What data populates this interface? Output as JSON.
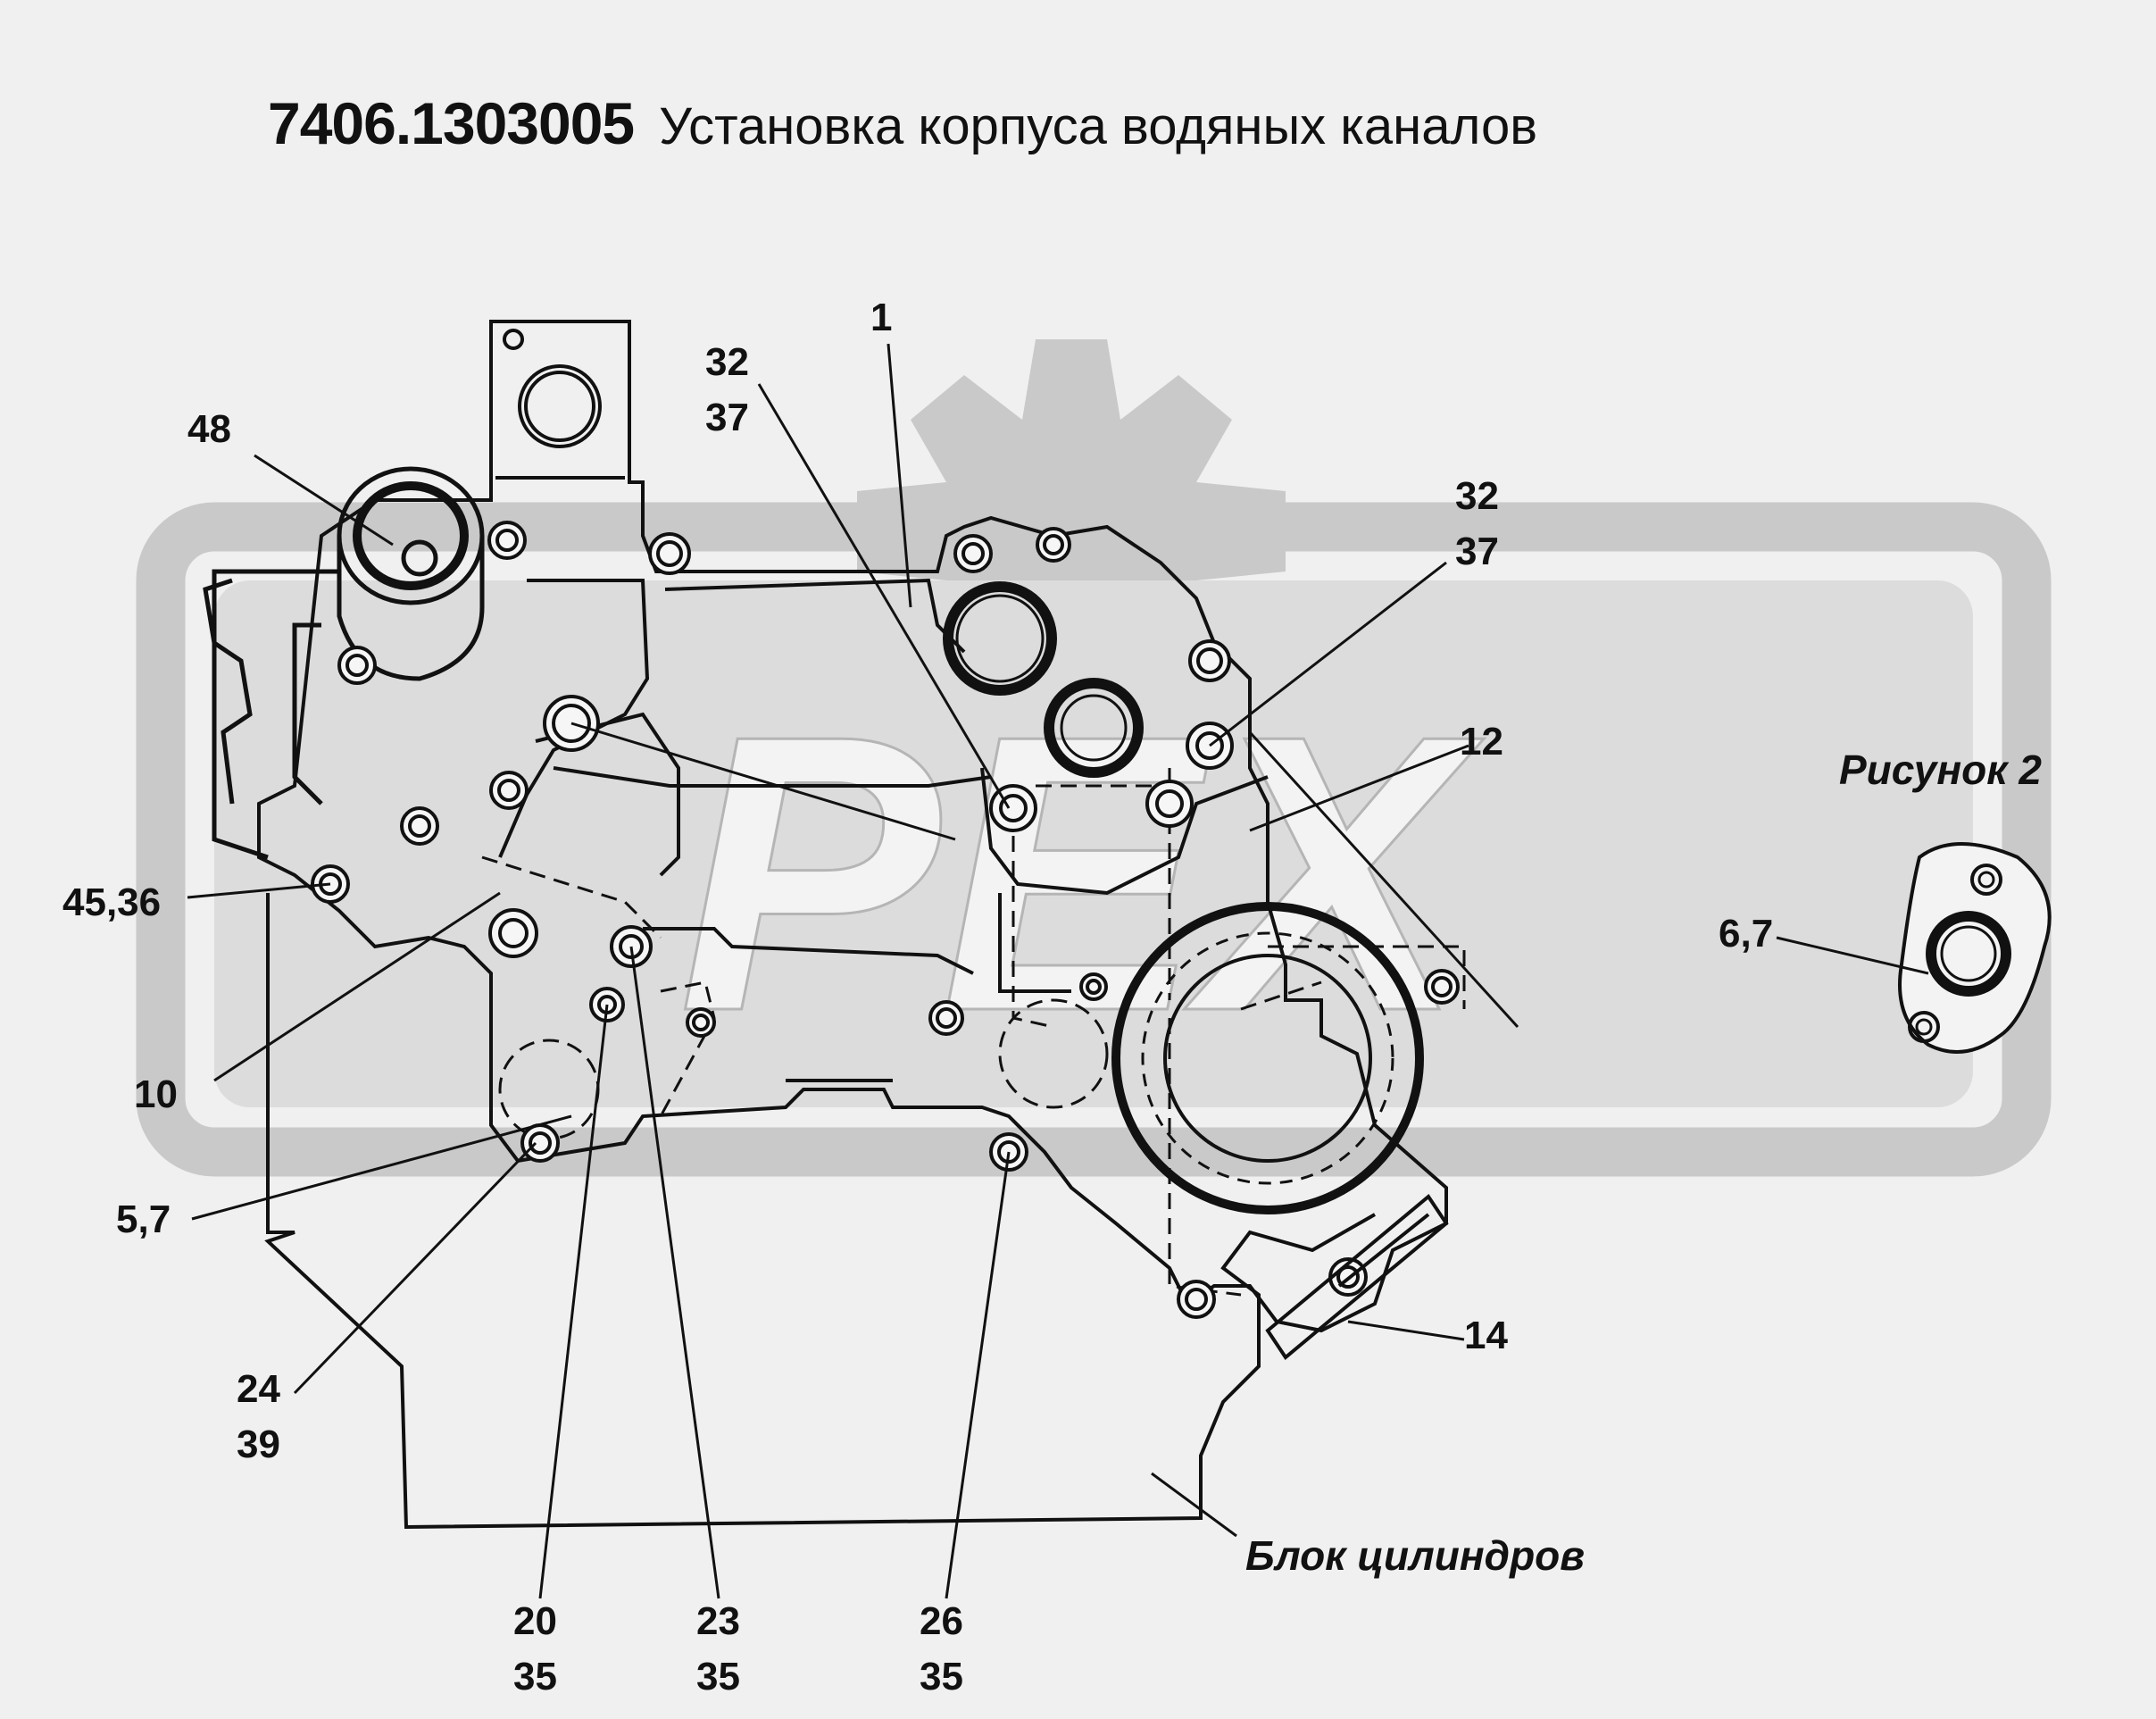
{
  "header": {
    "code": "7406.1303005",
    "title": "Установка корпуса водяных каналов"
  },
  "captions": {
    "figure2": "Рисунок 2",
    "block": "Блок цилиндров"
  },
  "callouts": {
    "c1": [
      "1"
    ],
    "c32a": [
      "32",
      "37"
    ],
    "c32b": [
      "32",
      "37"
    ],
    "c48": [
      "48"
    ],
    "c12": [
      "12"
    ],
    "c6": [
      "6,7"
    ],
    "c45": [
      "45,36"
    ],
    "c10": [
      "10"
    ],
    "c5": [
      "5,7"
    ],
    "c24": [
      "24",
      "39"
    ],
    "c20": [
      "20",
      "35"
    ],
    "c23": [
      "23",
      "35"
    ],
    "c26": [
      "26",
      "35"
    ],
    "c14": [
      "14"
    ]
  },
  "watermark": "PEX",
  "colors": {
    "background": "#f0f0f0",
    "ink": "#111111",
    "watermark": "#c8c8c8"
  }
}
